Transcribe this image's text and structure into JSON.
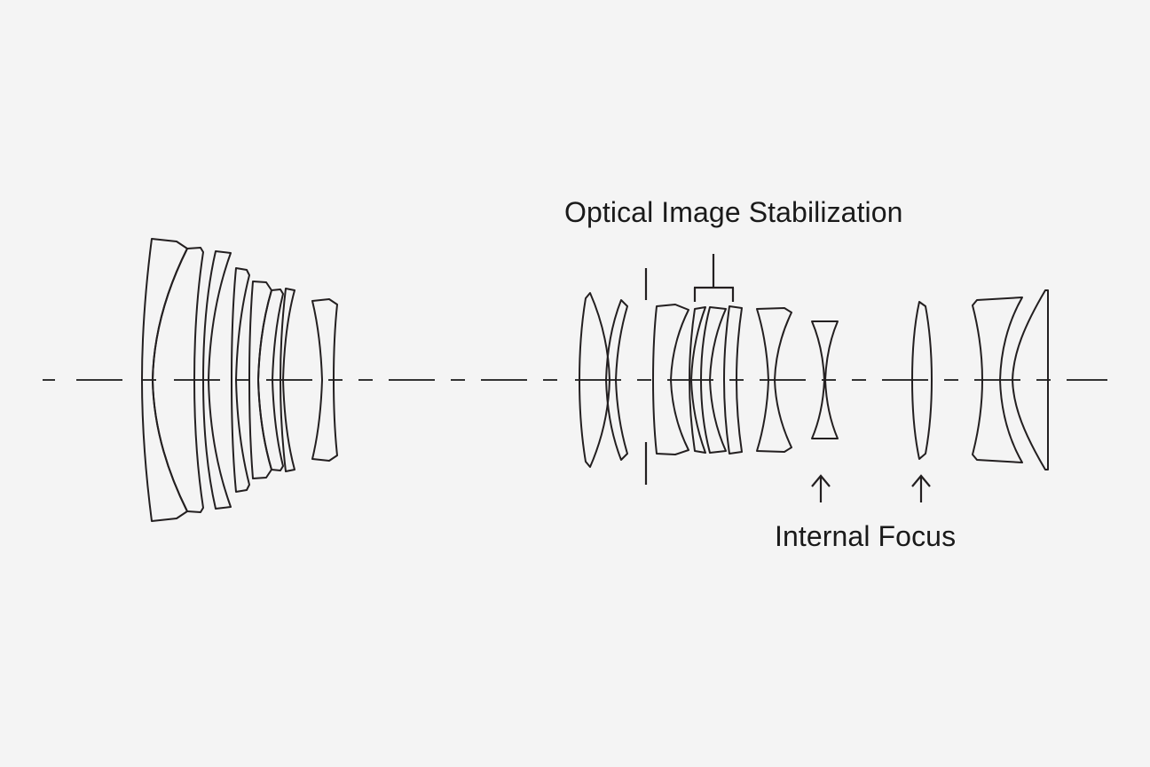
{
  "diagram": {
    "title": "Lens optical construction diagram",
    "background_color": "#f4f4f4",
    "line_color": "#231f20",
    "axis_color": "#333333",
    "labels": {
      "ois": "Optical Image Stabilization",
      "internal_focus": "Internal Focus"
    },
    "annotations": {
      "ois_bracket": "bracket-over-stabilized-group",
      "focus_arrow_1": "arrow-up",
      "focus_arrow_2": "arrow-up",
      "aperture_stop": "aperture-stop-marks"
    },
    "groups": [
      {
        "name": "front-group",
        "elements": [
          "meniscus-doublet-1",
          "meniscus-doublet-2",
          "biconvex-3",
          "meniscus-4",
          "meniscus-5",
          "meniscus-6",
          "meniscus-7"
        ]
      },
      {
        "name": "middle-group",
        "elements": [
          "biconvex-8",
          "meniscus-9",
          "meniscus-10",
          "doublet-11",
          "biconvex-12",
          "biconvex-13",
          "biconcave-14"
        ]
      },
      {
        "name": "rear-group",
        "elements": [
          "biconvex-15",
          "biconcave-16",
          "meniscus-17"
        ]
      }
    ],
    "element_count": 17
  }
}
